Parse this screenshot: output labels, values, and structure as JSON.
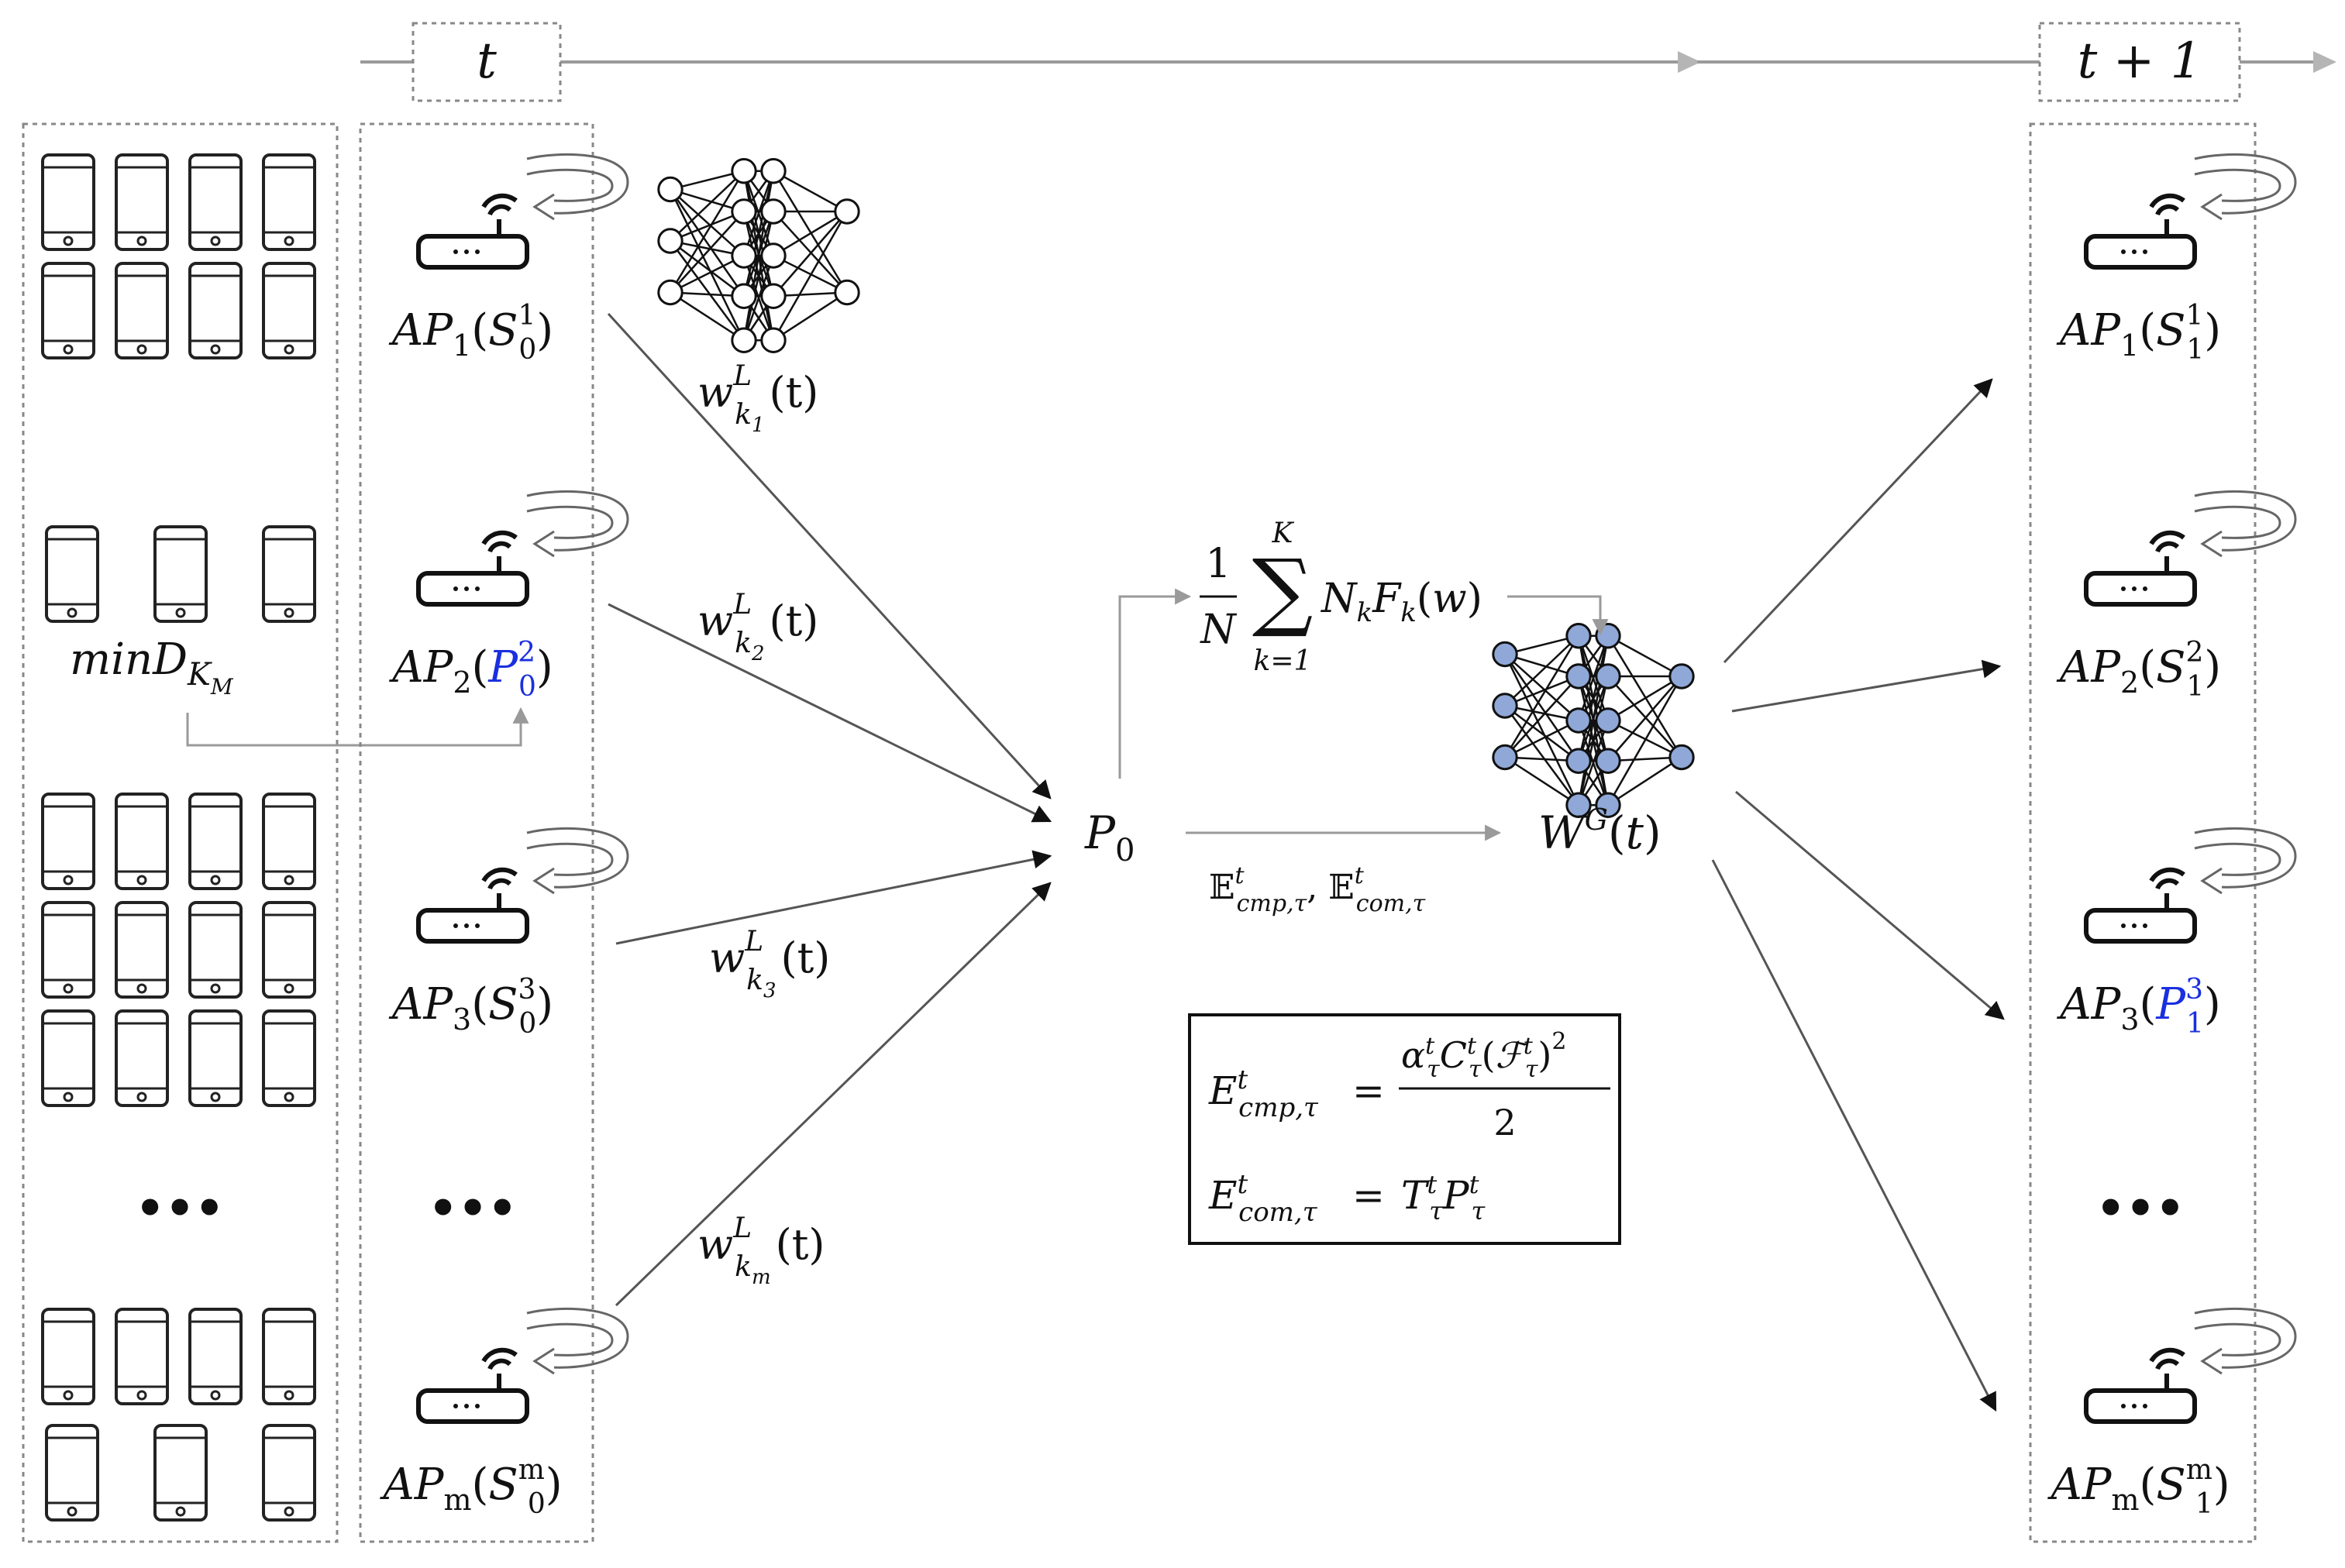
{
  "timeline": {
    "start_label": "t",
    "end_label": "t + 1"
  },
  "device_column": {
    "group_label": "minD_{K_M}",
    "ellipsis": "•••"
  },
  "left_aps": [
    {
      "id": "ap1",
      "label_base": "AP",
      "sub": "1",
      "arg_base": "S",
      "arg_sub": "0",
      "arg_sup": "1",
      "highlight": false
    },
    {
      "id": "ap2",
      "label_base": "AP",
      "sub": "2",
      "arg_base": "P",
      "arg_sub": "0",
      "arg_sup": "2",
      "highlight": true
    },
    {
      "id": "ap3",
      "label_base": "AP",
      "sub": "3",
      "arg_base": "S",
      "arg_sub": "0",
      "arg_sup": "3",
      "highlight": false
    },
    {
      "id": "apm",
      "label_base": "AP",
      "sub": "m",
      "arg_base": "S",
      "arg_sub": "0",
      "arg_sup": "m",
      "highlight": false
    }
  ],
  "right_aps": [
    {
      "id": "ap1",
      "label_base": "AP",
      "sub": "1",
      "arg_base": "S",
      "arg_sub": "1",
      "arg_sup": "1",
      "highlight": false
    },
    {
      "id": "ap2",
      "label_base": "AP",
      "sub": "2",
      "arg_base": "S",
      "arg_sub": "1",
      "arg_sup": "2",
      "highlight": false
    },
    {
      "id": "ap3",
      "label_base": "AP",
      "sub": "3",
      "arg_base": "P",
      "arg_sub": "1",
      "arg_sup": "3",
      "highlight": true
    },
    {
      "id": "apm",
      "label_base": "AP",
      "sub": "m",
      "arg_base": "S",
      "arg_sub": "1",
      "arg_sup": "m",
      "highlight": false
    }
  ],
  "ap_ellipsis": "•••",
  "local_weights": [
    {
      "base": "w",
      "sub": "k",
      "subsub": "1",
      "sup": "L",
      "arg": "(t)"
    },
    {
      "base": "w",
      "sub": "k",
      "subsub": "2",
      "sup": "L",
      "arg": "(t)"
    },
    {
      "base": "w",
      "sub": "k",
      "subsub": "3",
      "sup": "L",
      "arg": "(t)"
    },
    {
      "base": "w",
      "sub": "k",
      "subsub": "m",
      "sup": "L",
      "arg": "(t)"
    }
  ],
  "server": {
    "label_base": "P",
    "label_sub": "0"
  },
  "aggregation": {
    "numerator": "1",
    "denominator": "N",
    "sum_symbol": "∑",
    "sum_upper": "K",
    "sum_lower": "k=1",
    "term": "N_k F_k(w)"
  },
  "global_model": {
    "label": "W^G(t)"
  },
  "energy_arrow_label": "𝔼^t_{cmp,τ}, 𝔼^t_{com,τ}",
  "equations": {
    "cmp_lhs": "E^t_{cmp,τ}",
    "cmp_rhs_num": "α^t_τ C^t_τ (ℱ^t_τ)^2",
    "cmp_rhs_den": "2",
    "com_lhs": "E^t_{com,τ}",
    "com_rhs": "T^t_τ P^t_τ"
  },
  "colors": {
    "highlight": "#1a2fe0",
    "node_fill_global": "#8fa8d8",
    "arrow_gray": "#9a9a9a",
    "box_border": "#888888"
  }
}
